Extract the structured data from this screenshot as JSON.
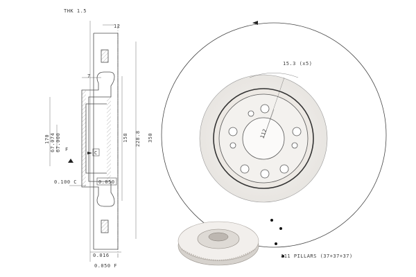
{
  "drawing": {
    "labels": {
      "thk": "THK 1.5",
      "dim_12": "12",
      "dim_7": "7",
      "dim_170": "170",
      "dim_67074": "67.074",
      "dim_67000": "67.000",
      "dim_158": "158",
      "dim_2288": "228.8",
      "dim_350": "350",
      "letter_f": "F",
      "letter_c": "C",
      "tol_left": "0.100 C",
      "tol_right": "0.050",
      "note_016": "0.016",
      "note_050": "0.050 F",
      "bolt_pattern": "15.3 (x5)",
      "pcd": "112",
      "pillars": "111 PILLARS (37+37+37)"
    },
    "colors": {
      "line": "#4a4a4a",
      "hatch": "#6a6a6a",
      "disc_face": "#f2f0ee",
      "disc_shade": "#e6e3df"
    },
    "icons": [
      "arrow-left-icon",
      "triangle-icon",
      "dot-icon"
    ]
  }
}
